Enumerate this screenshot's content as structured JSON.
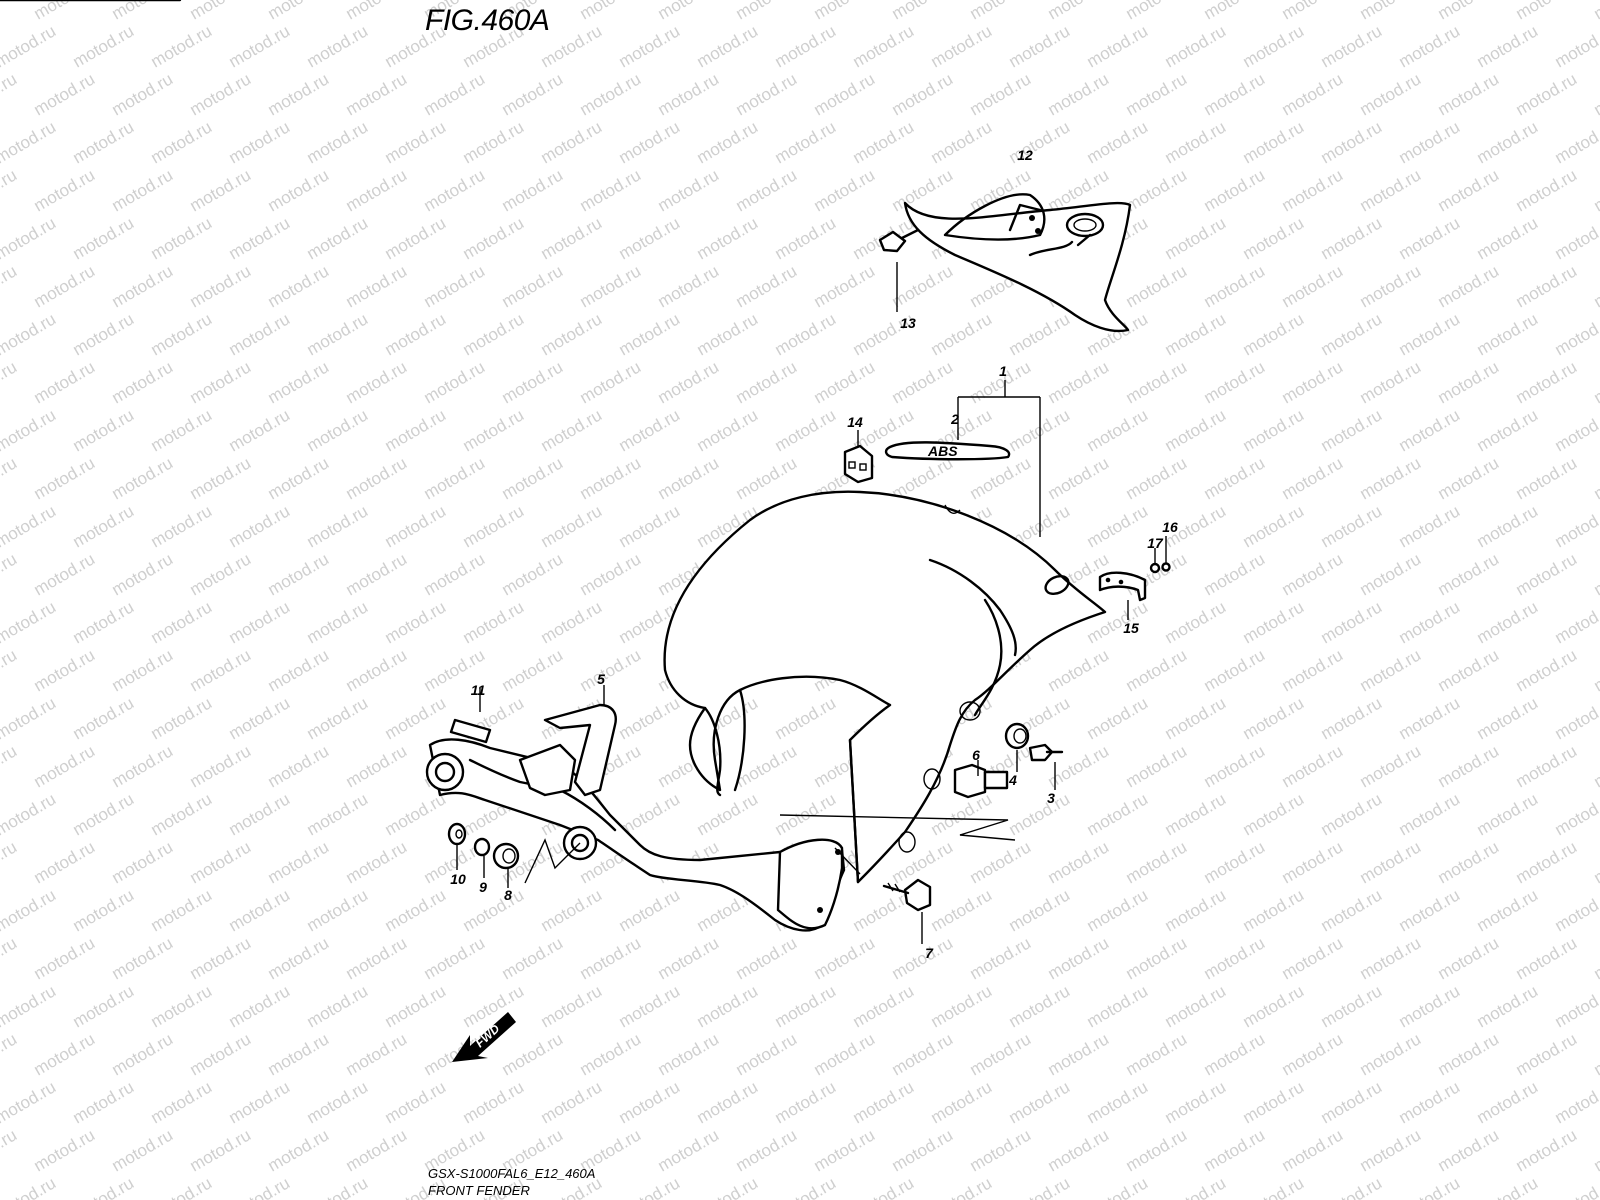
{
  "figure": {
    "title": "FIG.460A",
    "model_code": "GSX-S1000FAL6_E12_460A",
    "assembly_name": "FRONT FENDER"
  },
  "watermark_text": "motod.ru",
  "direction_arrow_label": "FWD",
  "abs_badge_text": "ABS",
  "callouts": [
    {
      "id": "1",
      "label": "1"
    },
    {
      "id": "2",
      "label": "2"
    },
    {
      "id": "3",
      "label": "3"
    },
    {
      "id": "4",
      "label": "4"
    },
    {
      "id": "5",
      "label": "5"
    },
    {
      "id": "6",
      "label": "6"
    },
    {
      "id": "7",
      "label": "7"
    },
    {
      "id": "8",
      "label": "8"
    },
    {
      "id": "9",
      "label": "9"
    },
    {
      "id": "10",
      "label": "10"
    },
    {
      "id": "11",
      "label": "11"
    },
    {
      "id": "12",
      "label": "12"
    },
    {
      "id": "13",
      "label": "13"
    },
    {
      "id": "14",
      "label": "14"
    },
    {
      "id": "15",
      "label": "15"
    },
    {
      "id": "16",
      "label": "16"
    },
    {
      "id": "17",
      "label": "17"
    }
  ]
}
